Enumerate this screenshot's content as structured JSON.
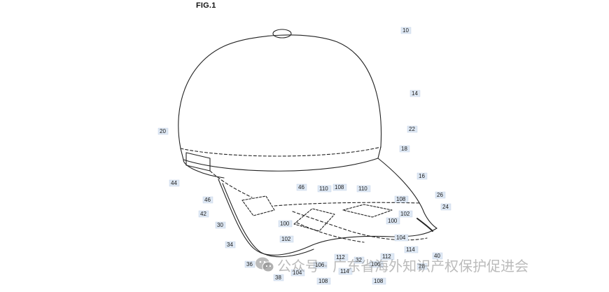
{
  "figure_title": "FIG.1",
  "watermark_text": "公众号 · 广东省海外知识产权保护促进会",
  "reference_numerals": [
    "10",
    "14",
    "16",
    "18",
    "20",
    "22",
    "24",
    "26",
    "28",
    "30",
    "32",
    "34",
    "36",
    "38",
    "40",
    "42",
    "44",
    "46",
    "46",
    "100",
    "100",
    "102",
    "102",
    "104",
    "104",
    "106",
    "106",
    "108",
    "108",
    "108",
    "108",
    "110",
    "110",
    "112",
    "112",
    "114",
    "114"
  ]
}
